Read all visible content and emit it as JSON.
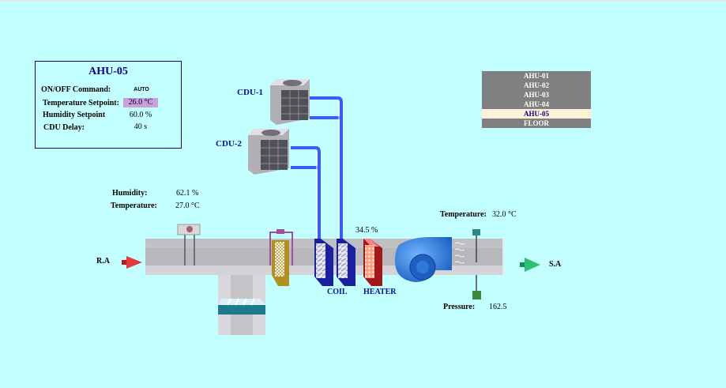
{
  "panel": {
    "title": "AHU-05",
    "rows": [
      {
        "label": "ON/OFF Command:",
        "value": "AUTO"
      },
      {
        "label": "Temperature Setpoint:",
        "value": "26.0 °C"
      },
      {
        "label": "Humidity Setpoint",
        "value": "60.0 %"
      },
      {
        "label": "CDU Delay:",
        "value": "40 s"
      }
    ]
  },
  "menu": {
    "items": [
      "AHU-01",
      "AHU-02",
      "AHU-03",
      "AHU-04",
      "AHU-05",
      "FLOOR"
    ],
    "active": "AHU-05"
  },
  "cdu": {
    "cdu1": "CDU-1",
    "cdu2": "CDU-2"
  },
  "return_air": {
    "label": "R.A",
    "humidity_label": "Humidity:",
    "humidity_value": "62.1 %",
    "temperature_label": "Temperature:",
    "temperature_value": "27.0 °C"
  },
  "coil": {
    "label": "COIL"
  },
  "heater": {
    "label": "HEATER",
    "value": "34.5 %"
  },
  "supply_air": {
    "label": "S.A",
    "temperature_label": "Temperature:",
    "temperature_value": "32.0 °C",
    "pressure_label": "Pressure:",
    "pressure_value": "162.5"
  },
  "colors": {
    "background": "#c4ffff",
    "panel_border": "#000080",
    "menu_bg": "#808080",
    "menu_active_bg": "#fff0d8",
    "label_blue": "#00109a",
    "setpoint_bg": "#c8a0e0"
  }
}
